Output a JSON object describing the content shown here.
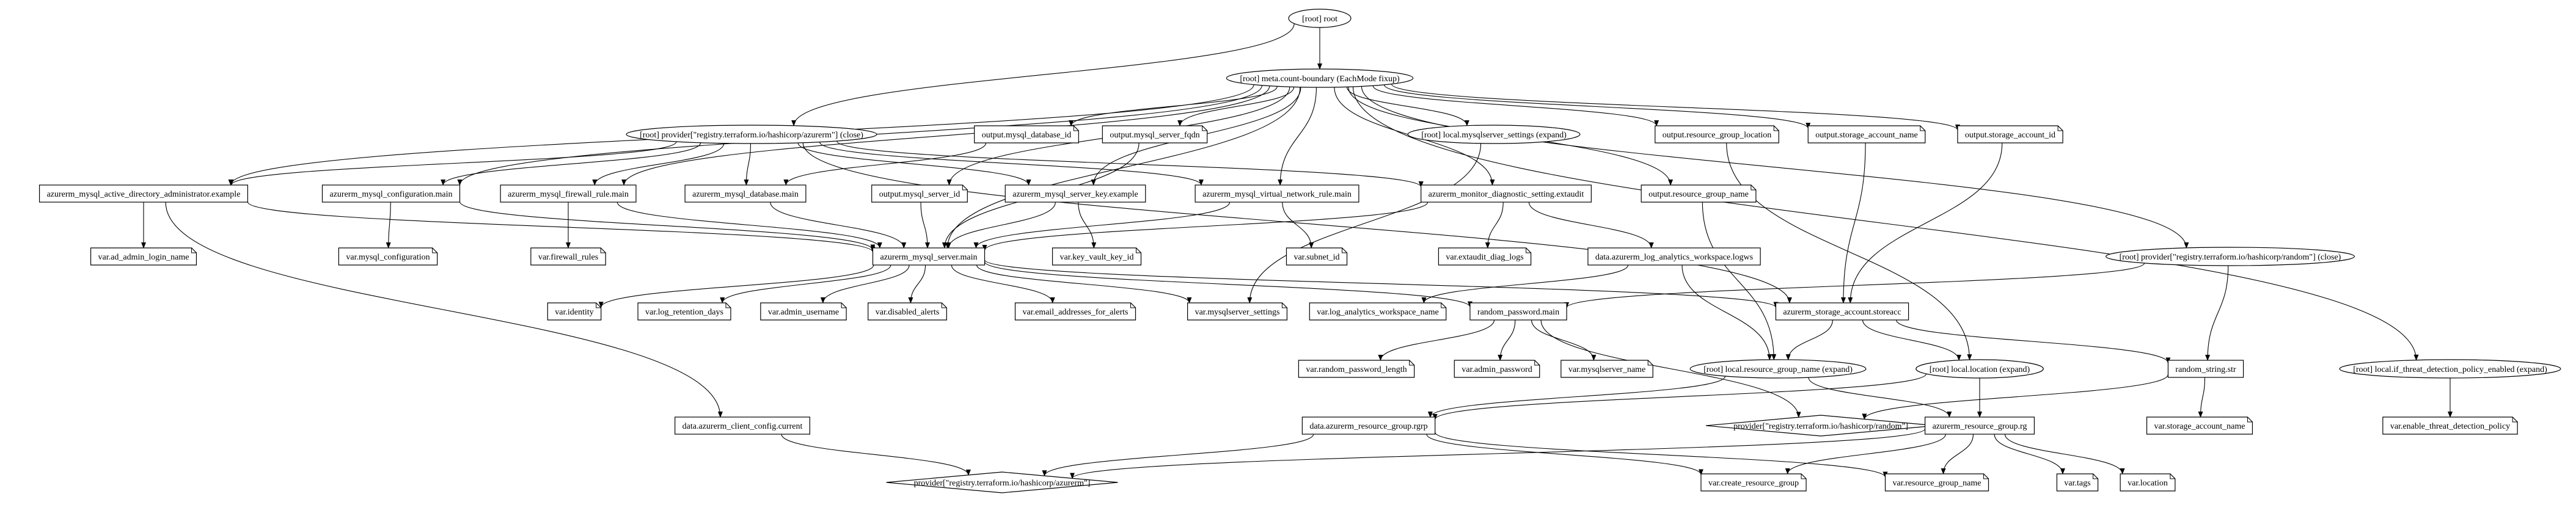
{
  "graph": {
    "background": "#ffffff",
    "stroke_color": "#000000",
    "nodes": [
      {
        "id": "root",
        "label": "[root] root",
        "shape": "ellipse"
      },
      {
        "id": "meta",
        "label": "[root] meta.count-boundary (EachMode fixup)",
        "shape": "ellipse"
      },
      {
        "id": "prov_azurerm_close",
        "label": "[root] provider[\"registry.terraform.io/hashicorp/azurerm\"] (close)",
        "shape": "ellipse"
      },
      {
        "id": "out_db_id",
        "label": "output.mysql_database_id",
        "shape": "note"
      },
      {
        "id": "out_fqdn",
        "label": "output.mysql_server_fqdn",
        "shape": "note"
      },
      {
        "id": "local_mysqlserver_settings",
        "label": "[root] local.mysqlserver_settings (expand)",
        "shape": "ellipse"
      },
      {
        "id": "out_rg_location",
        "label": "output.resource_group_location",
        "shape": "note"
      },
      {
        "id": "out_storage_name",
        "label": "output.storage_account_name",
        "shape": "note"
      },
      {
        "id": "out_storage_id",
        "label": "output.storage_account_id",
        "shape": "note"
      },
      {
        "id": "aad_admin",
        "label": "azurerm_mysql_active_directory_administrator.example",
        "shape": "box"
      },
      {
        "id": "mysql_config",
        "label": "azurerm_mysql_configuration.main",
        "shape": "box"
      },
      {
        "id": "firewall",
        "label": "azurerm_mysql_firewall_rule.main",
        "shape": "box"
      },
      {
        "id": "database",
        "label": "azurerm_mysql_database.main",
        "shape": "box"
      },
      {
        "id": "out_server_id",
        "label": "output.mysql_server_id",
        "shape": "note"
      },
      {
        "id": "server_key",
        "label": "azurerm_mysql_server_key.example",
        "shape": "box"
      },
      {
        "id": "vnet_rule",
        "label": "azurerm_mysql_virtual_network_rule.main",
        "shape": "box"
      },
      {
        "id": "monitor",
        "label": "azurerm_monitor_diagnostic_setting.extaudit",
        "shape": "box"
      },
      {
        "id": "out_rg_name",
        "label": "output.resource_group_name",
        "shape": "note"
      },
      {
        "id": "prov_random_close",
        "label": "[root] provider[\"registry.terraform.io/hashicorp/random\"] (close)",
        "shape": "ellipse"
      },
      {
        "id": "var_ad_admin",
        "label": "var.ad_admin_login_name",
        "shape": "note"
      },
      {
        "id": "var_mysql_config",
        "label": "var.mysql_configuration",
        "shape": "note"
      },
      {
        "id": "var_firewall",
        "label": "var.firewall_rules",
        "shape": "note"
      },
      {
        "id": "mysql_server",
        "label": "azurerm_mysql_server.main",
        "shape": "box"
      },
      {
        "id": "var_key_vault",
        "label": "var.key_vault_key_id",
        "shape": "note"
      },
      {
        "id": "var_subnet",
        "label": "var.subnet_id",
        "shape": "note"
      },
      {
        "id": "var_extaudit",
        "label": "var.extaudit_diag_logs",
        "shape": "note"
      },
      {
        "id": "ds_log_analytics",
        "label": "data.azurerm_log_analytics_workspace.logws",
        "shape": "box"
      },
      {
        "id": "var_identity",
        "label": "var.identity",
        "shape": "note"
      },
      {
        "id": "var_log_retention",
        "label": "var.log_retention_days",
        "shape": "note"
      },
      {
        "id": "var_admin_username",
        "label": "var.admin_username",
        "shape": "note"
      },
      {
        "id": "var_disabled_alerts",
        "label": "var.disabled_alerts",
        "shape": "note"
      },
      {
        "id": "var_email",
        "label": "var.email_addresses_for_alerts",
        "shape": "note"
      },
      {
        "id": "var_mysqlserver_settings",
        "label": "var.mysqlserver_settings",
        "shape": "note"
      },
      {
        "id": "var_log_ws_name",
        "label": "var.log_analytics_workspace_name",
        "shape": "note"
      },
      {
        "id": "random_password",
        "label": "random_password.main",
        "shape": "box"
      },
      {
        "id": "storage_account",
        "label": "azurerm_storage_account.storeacc",
        "shape": "box"
      },
      {
        "id": "var_rand_pw_len",
        "label": "var.random_password_length",
        "shape": "note"
      },
      {
        "id": "var_admin_pw",
        "label": "var.admin_password",
        "shape": "note"
      },
      {
        "id": "var_mysqlserver_name",
        "label": "var.mysqlserver_name",
        "shape": "note"
      },
      {
        "id": "local_rg_name",
        "label": "[root] local.resource_group_name (expand)",
        "shape": "ellipse"
      },
      {
        "id": "local_location",
        "label": "[root] local.location (expand)",
        "shape": "ellipse"
      },
      {
        "id": "random_string",
        "label": "random_string.str",
        "shape": "box"
      },
      {
        "id": "local_threat",
        "label": "[root] local.if_threat_detection_policy_enabled (expand)",
        "shape": "ellipse"
      },
      {
        "id": "ds_client_config",
        "label": "data.azurerm_client_config.current",
        "shape": "box"
      },
      {
        "id": "prov_random",
        "label": "provider[\"registry.terraform.io/hashicorp/random\"]",
        "shape": "diamond"
      },
      {
        "id": "ds_rg",
        "label": "data.azurerm_resource_group.rgrp",
        "shape": "box"
      },
      {
        "id": "rg",
        "label": "azurerm_resource_group.rg",
        "shape": "box"
      },
      {
        "id": "var_storage_name",
        "label": "var.storage_account_name",
        "shape": "note"
      },
      {
        "id": "var_threat",
        "label": "var.enable_threat_detection_policy",
        "shape": "note"
      },
      {
        "id": "prov_azurerm",
        "label": "provider[\"registry.terraform.io/hashicorp/azurerm\"]",
        "shape": "diamond"
      },
      {
        "id": "var_create_rg",
        "label": "var.create_resource_group",
        "shape": "note"
      },
      {
        "id": "var_rg_name",
        "label": "var.resource_group_name",
        "shape": "note"
      },
      {
        "id": "var_tags",
        "label": "var.tags",
        "shape": "note"
      },
      {
        "id": "var_location",
        "label": "var.location",
        "shape": "note"
      }
    ],
    "edges": [
      [
        "root",
        "meta"
      ],
      [
        "root",
        "prov_azurerm_close"
      ],
      [
        "meta",
        "out_db_id"
      ],
      [
        "meta",
        "out_fqdn"
      ],
      [
        "meta",
        "local_mysqlserver_settings"
      ],
      [
        "meta",
        "out_rg_location"
      ],
      [
        "meta",
        "out_storage_name"
      ],
      [
        "meta",
        "out_storage_id"
      ],
      [
        "meta",
        "aad_admin"
      ],
      [
        "meta",
        "mysql_config"
      ],
      [
        "meta",
        "firewall"
      ],
      [
        "meta",
        "out_server_id"
      ],
      [
        "meta",
        "server_key"
      ],
      [
        "meta",
        "vnet_rule"
      ],
      [
        "meta",
        "monitor"
      ],
      [
        "meta",
        "out_rg_name"
      ],
      [
        "meta",
        "prov_random_close"
      ],
      [
        "meta",
        "local_threat"
      ],
      [
        "meta",
        "mysql_server"
      ],
      [
        "prov_azurerm_close",
        "aad_admin"
      ],
      [
        "prov_azurerm_close",
        "mysql_config"
      ],
      [
        "prov_azurerm_close",
        "firewall"
      ],
      [
        "prov_azurerm_close",
        "database"
      ],
      [
        "prov_azurerm_close",
        "server_key"
      ],
      [
        "prov_azurerm_close",
        "vnet_rule"
      ],
      [
        "prov_azurerm_close",
        "monitor"
      ],
      [
        "prov_azurerm_close",
        "storage_account"
      ],
      [
        "out_db_id",
        "database"
      ],
      [
        "out_fqdn",
        "mysql_server"
      ],
      [
        "out_server_id",
        "mysql_server"
      ],
      [
        "local_mysqlserver_settings",
        "var_mysqlserver_settings"
      ],
      [
        "out_rg_location",
        "local_location"
      ],
      [
        "out_rg_name",
        "local_rg_name"
      ],
      [
        "out_storage_name",
        "storage_account"
      ],
      [
        "out_storage_id",
        "storage_account"
      ],
      [
        "aad_admin",
        "var_ad_admin"
      ],
      [
        "aad_admin",
        "mysql_server"
      ],
      [
        "aad_admin",
        "ds_client_config"
      ],
      [
        "mysql_config",
        "var_mysql_config"
      ],
      [
        "mysql_config",
        "mysql_server"
      ],
      [
        "firewall",
        "var_firewall"
      ],
      [
        "firewall",
        "mysql_server"
      ],
      [
        "database",
        "mysql_server"
      ],
      [
        "server_key",
        "mysql_server"
      ],
      [
        "server_key",
        "var_key_vault"
      ],
      [
        "vnet_rule",
        "mysql_server"
      ],
      [
        "vnet_rule",
        "var_subnet"
      ],
      [
        "monitor",
        "mysql_server"
      ],
      [
        "monitor",
        "var_extaudit"
      ],
      [
        "monitor",
        "ds_log_analytics"
      ],
      [
        "mysql_server",
        "var_identity"
      ],
      [
        "mysql_server",
        "var_log_retention"
      ],
      [
        "mysql_server",
        "var_admin_username"
      ],
      [
        "mysql_server",
        "var_disabled_alerts"
      ],
      [
        "mysql_server",
        "var_email"
      ],
      [
        "mysql_server",
        "var_mysqlserver_settings"
      ],
      [
        "mysql_server",
        "random_password"
      ],
      [
        "mysql_server",
        "storage_account"
      ],
      [
        "ds_log_analytics",
        "var_log_ws_name"
      ],
      [
        "ds_log_analytics",
        "local_rg_name"
      ],
      [
        "prov_random_close",
        "random_password"
      ],
      [
        "prov_random_close",
        "random_string"
      ],
      [
        "random_password",
        "var_rand_pw_len"
      ],
      [
        "random_password",
        "var_admin_pw"
      ],
      [
        "random_password",
        "var_mysqlserver_name"
      ],
      [
        "random_password",
        "prov_random"
      ],
      [
        "storage_account",
        "local_rg_name"
      ],
      [
        "storage_account",
        "local_location"
      ],
      [
        "storage_account",
        "random_string"
      ],
      [
        "random_string",
        "var_storage_name"
      ],
      [
        "random_string",
        "prov_random"
      ],
      [
        "local_threat",
        "var_threat"
      ],
      [
        "local_rg_name",
        "ds_rg"
      ],
      [
        "local_rg_name",
        "rg"
      ],
      [
        "local_location",
        "ds_rg"
      ],
      [
        "local_location",
        "rg"
      ],
      [
        "ds_client_config",
        "prov_azurerm"
      ],
      [
        "ds_rg",
        "prov_azurerm"
      ],
      [
        "ds_rg",
        "var_create_rg"
      ],
      [
        "ds_rg",
        "var_rg_name"
      ],
      [
        "rg",
        "prov_azurerm"
      ],
      [
        "rg",
        "var_create_rg"
      ],
      [
        "rg",
        "var_rg_name"
      ],
      [
        "rg",
        "var_tags"
      ],
      [
        "rg",
        "var_location"
      ]
    ]
  }
}
